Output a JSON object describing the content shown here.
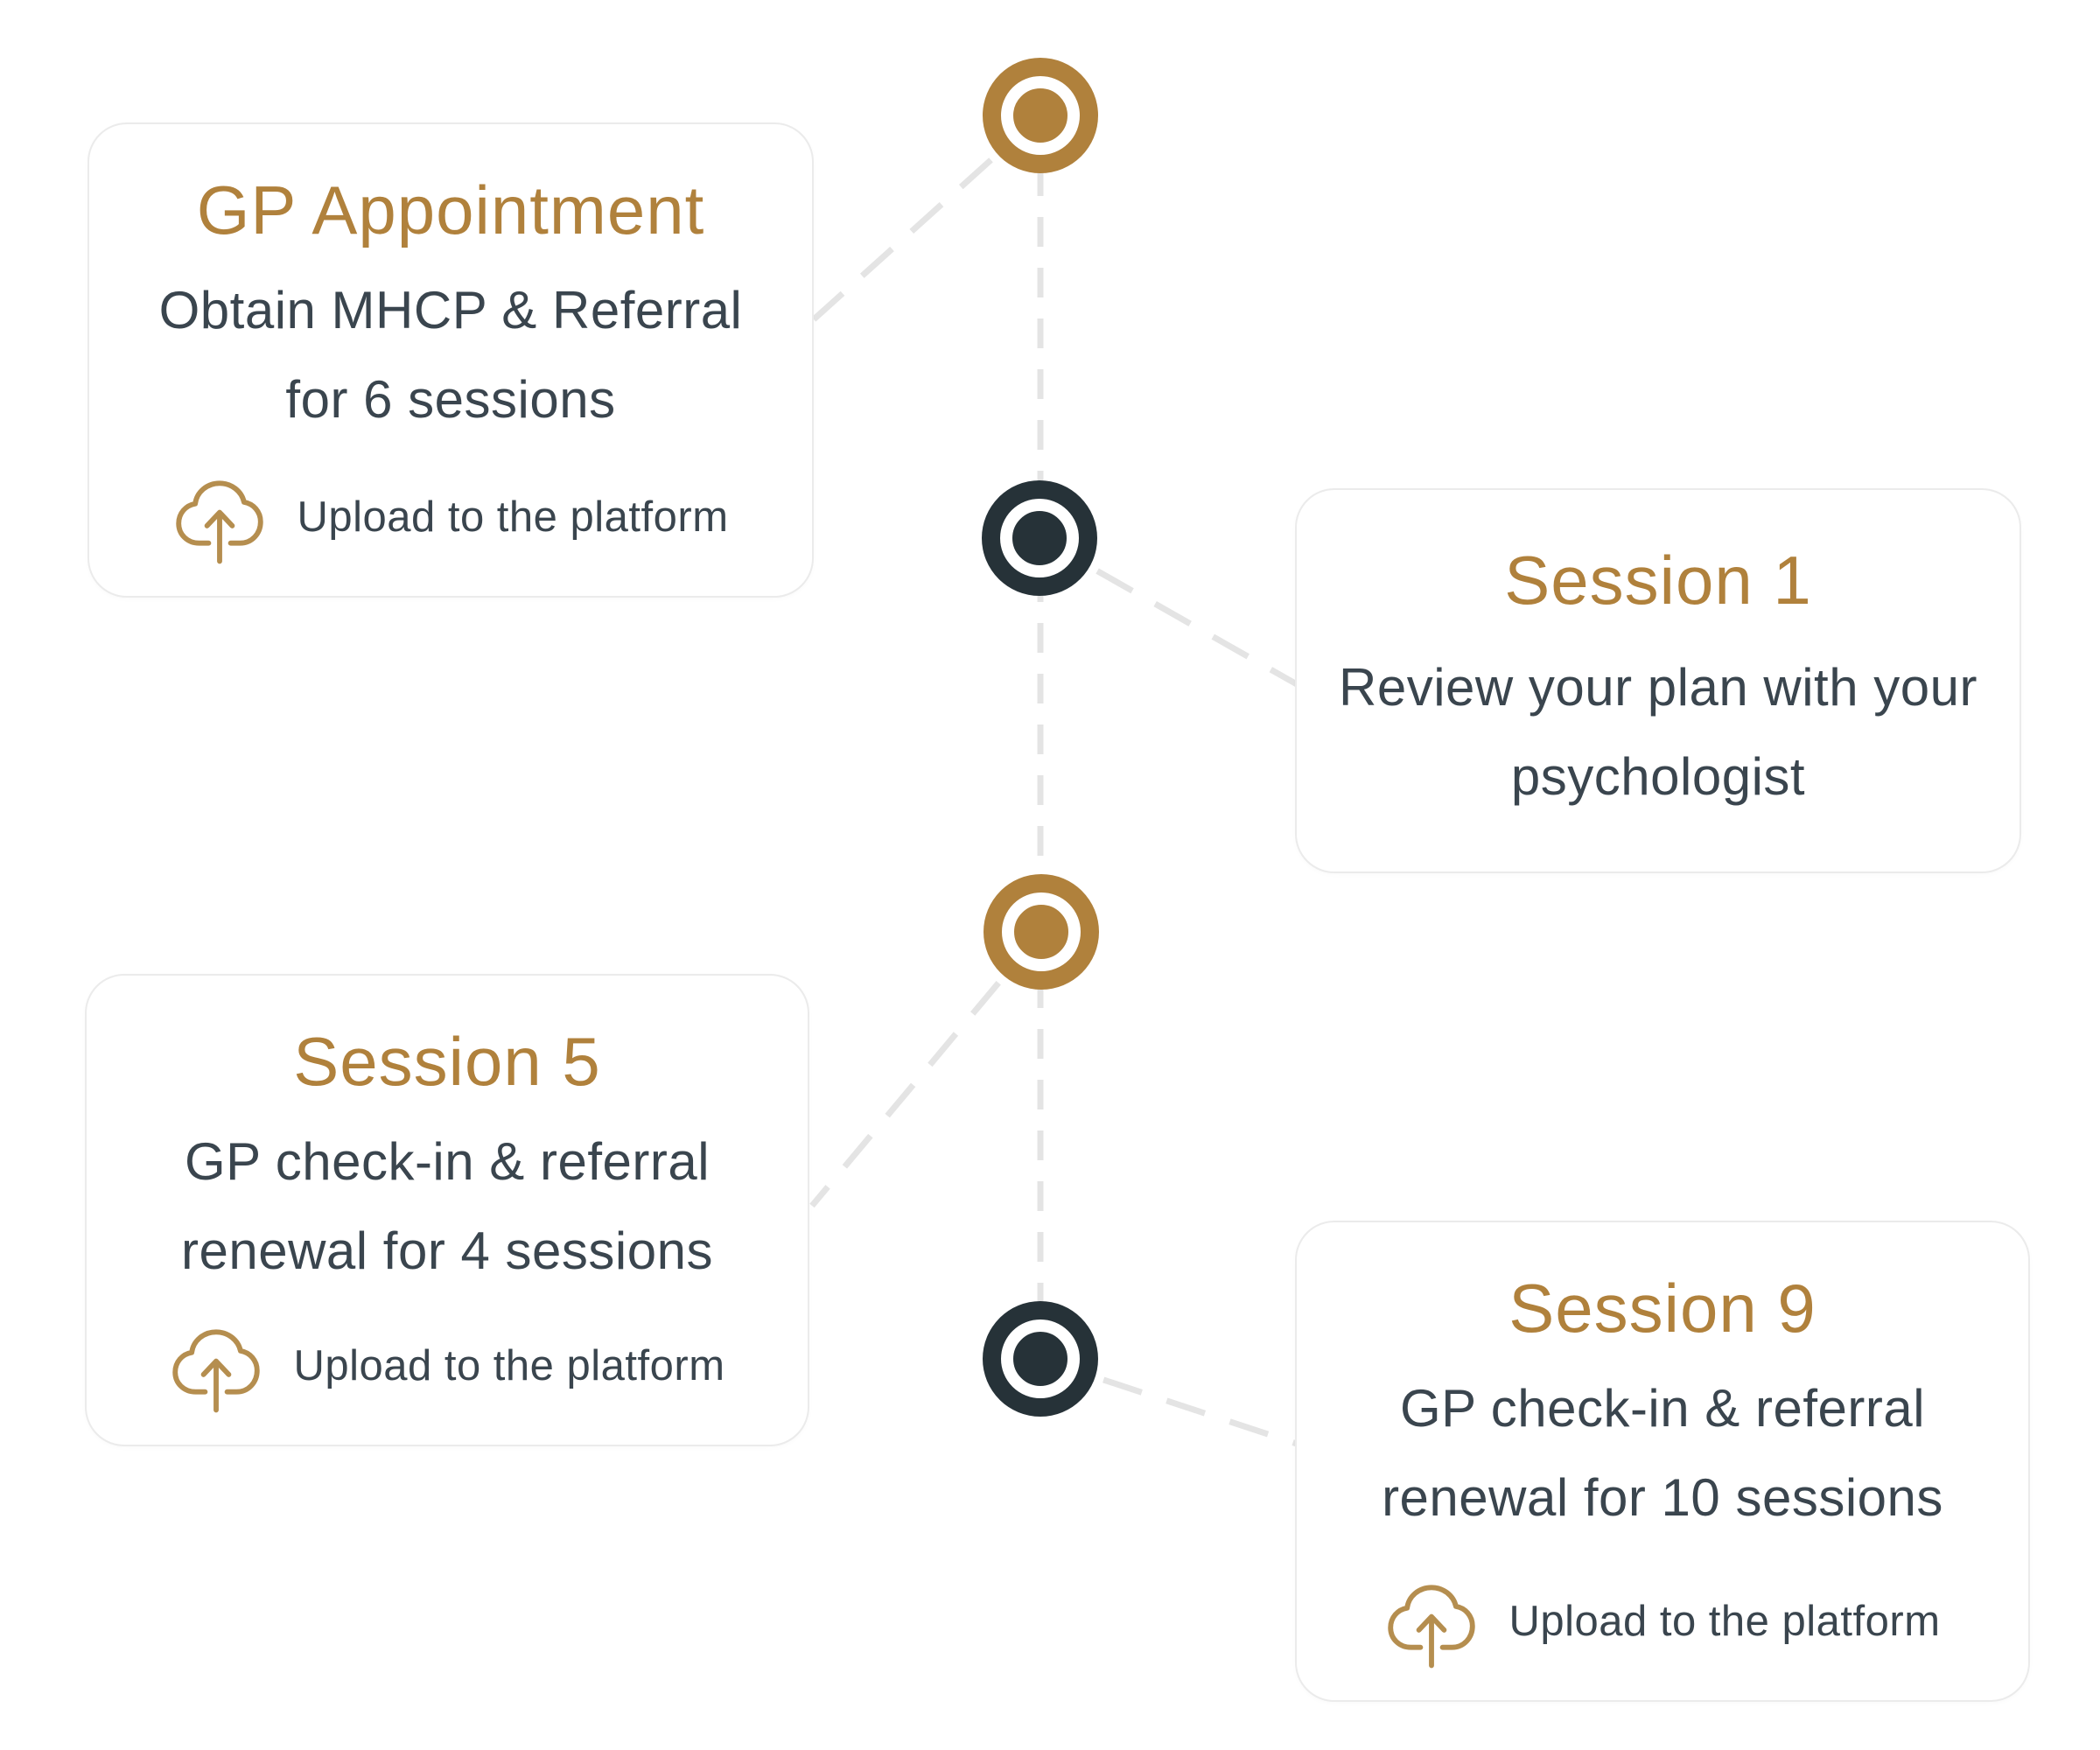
{
  "colors": {
    "gold": "#B0813C",
    "dark": "#263238",
    "text": "#3A454E",
    "line": "#E4E4E4",
    "border": "#EBEBEB",
    "icon": "#B58E4F",
    "bg": "#FFFFFF"
  },
  "steps": [
    {
      "title": "GP Appointment",
      "description": "Obtain MHCP & Referral\nfor 6 sessions",
      "upload_label": "Upload to the platform",
      "node_color": "gold",
      "side": "left"
    },
    {
      "title": "Session 1",
      "description": "Review your plan with your\npsychologist",
      "node_color": "dark",
      "side": "right"
    },
    {
      "title": "Session 5",
      "description": "GP check-in & referral\nrenewal for 4 sessions",
      "upload_label": "Upload to the platform",
      "node_color": "gold",
      "side": "left"
    },
    {
      "title": "Session 9",
      "description": "GP check-in & referral\nrenewal for 10 sessions",
      "upload_label": "Upload to the platform",
      "node_color": "dark",
      "side": "right"
    }
  ]
}
